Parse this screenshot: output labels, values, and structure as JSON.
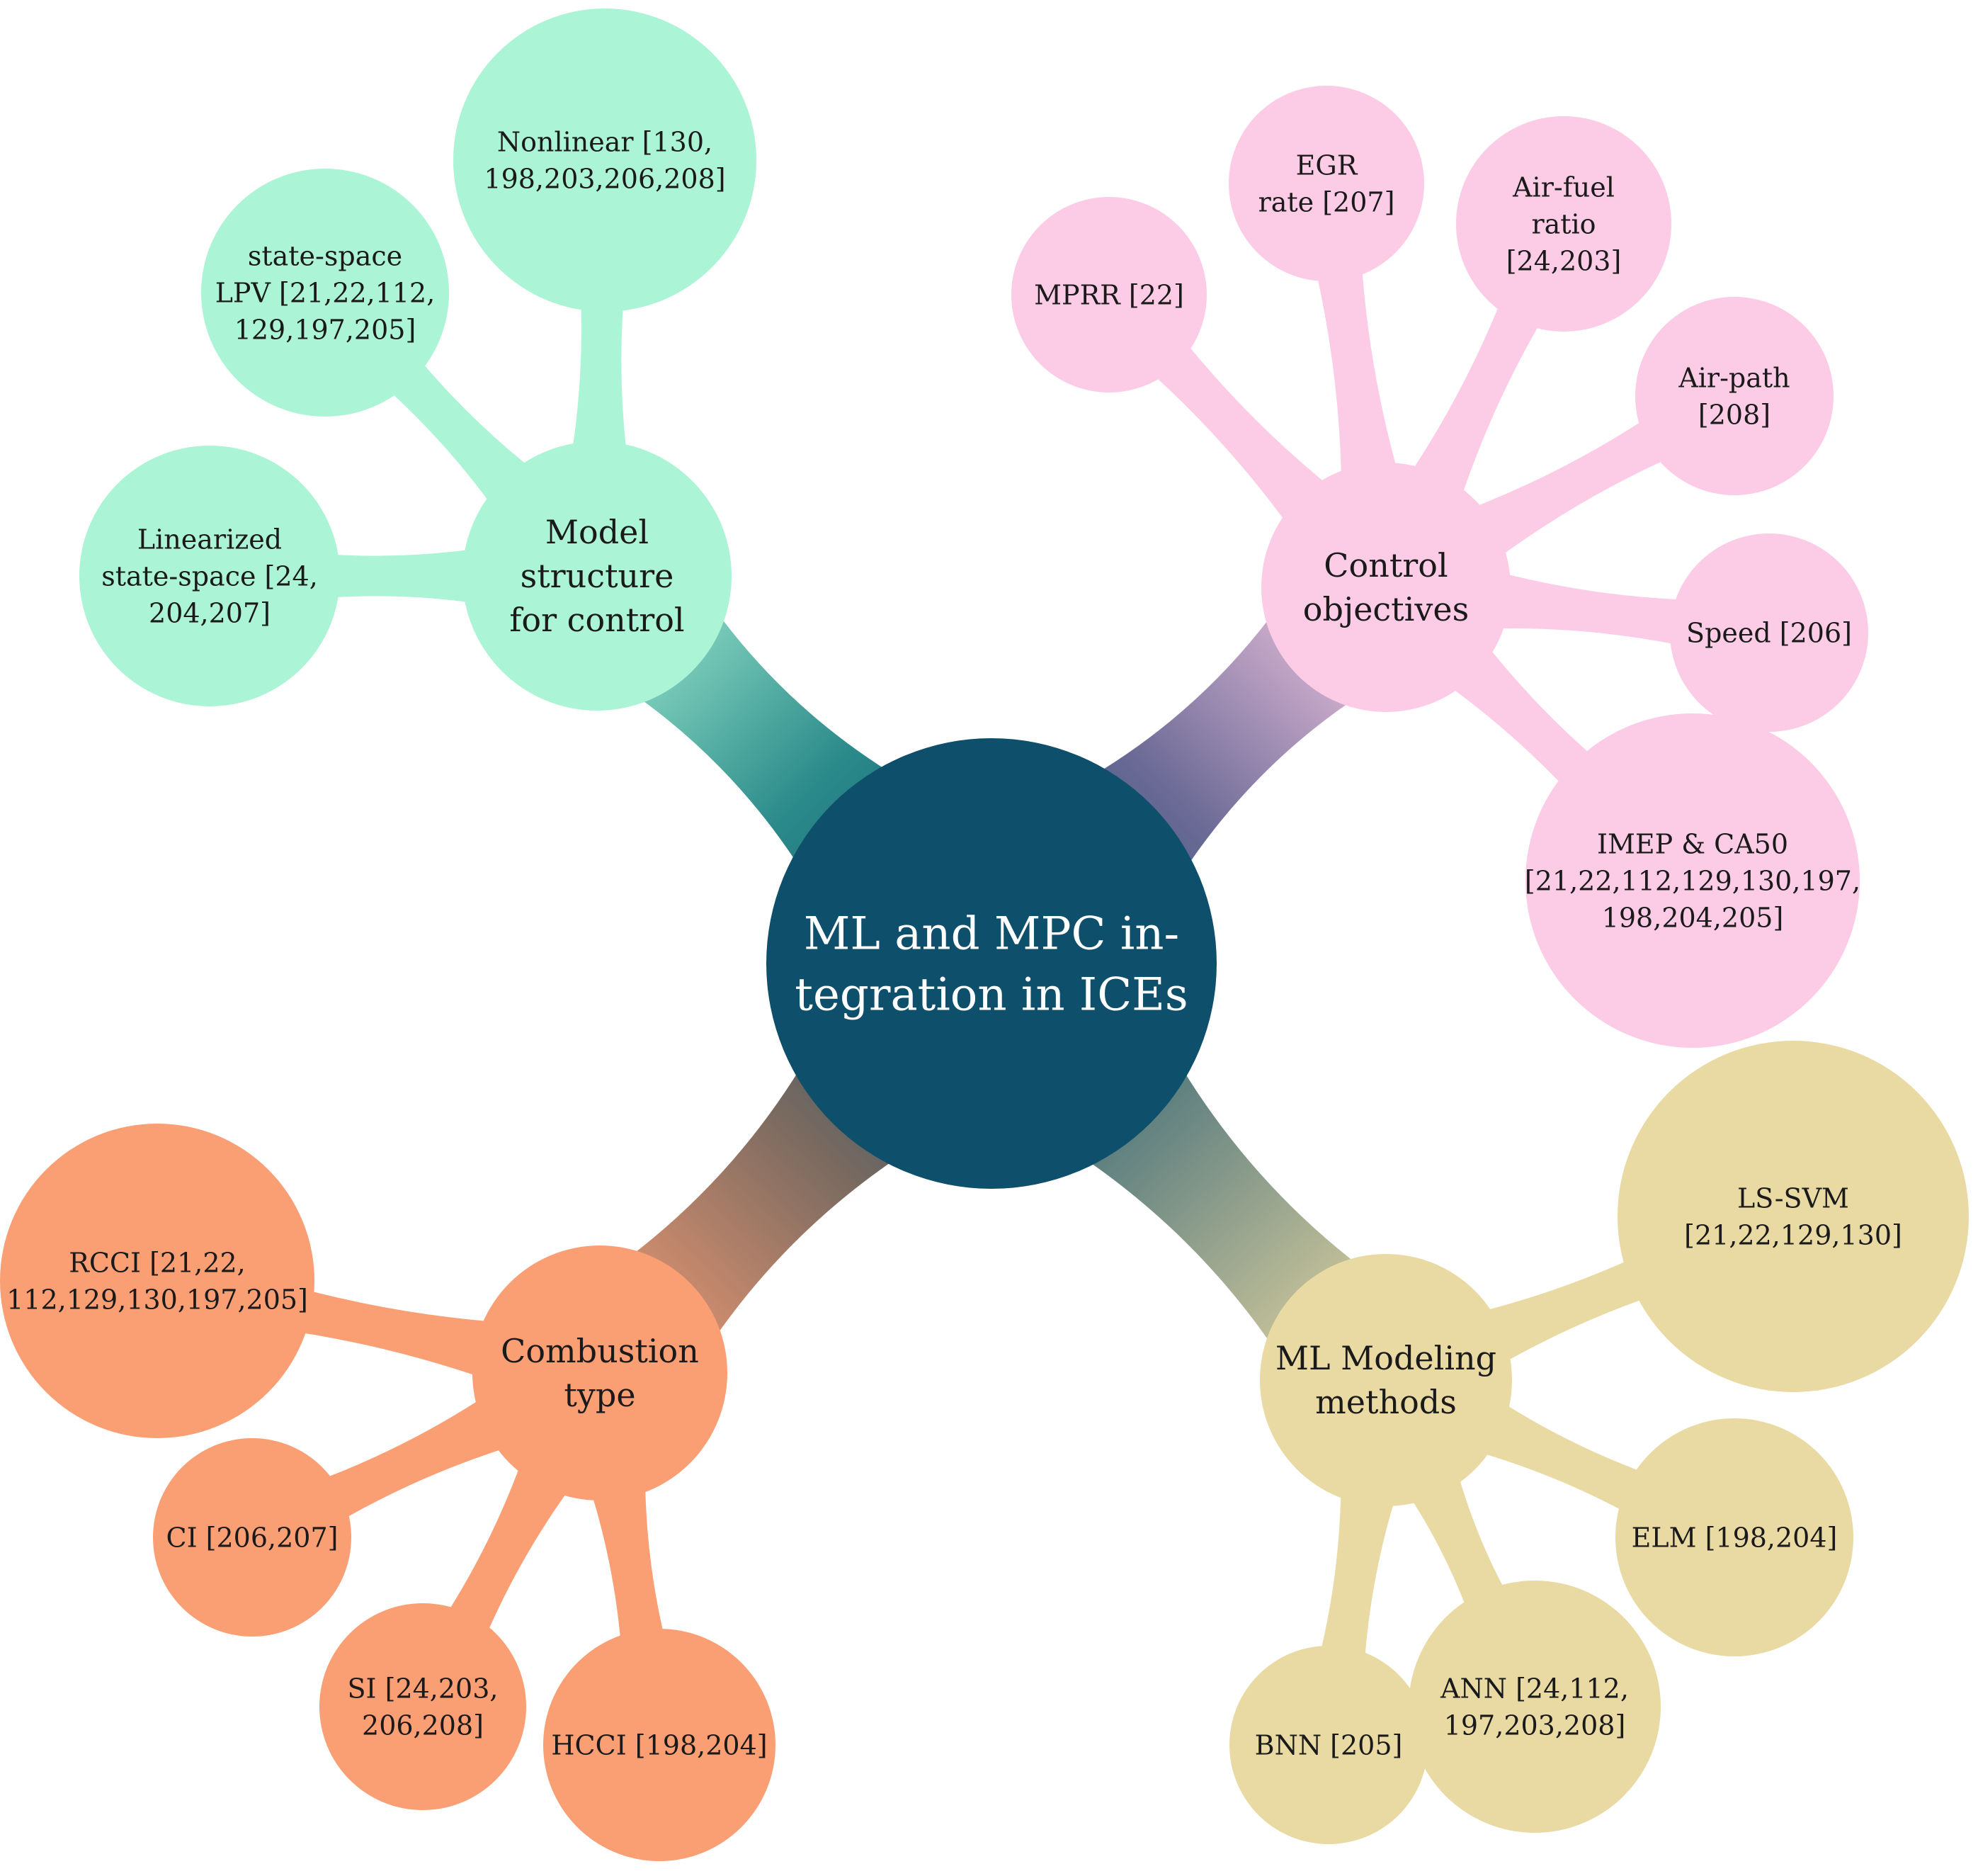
{
  "colors": {
    "center": "#0e4f6c",
    "model_structure": "#abf4d6",
    "control_objectives": "#fccce6",
    "ml_methods": "#e9d9a2",
    "combustion": "#fa9e74",
    "text_dark": "#1a1a1a",
    "text_light": "#ffffff"
  },
  "center": {
    "lines": [
      "ML and MPC in-",
      "tegration in ICEs"
    ]
  },
  "branches": [
    {
      "key": "model_structure",
      "lines": [
        "Model",
        "structure",
        "for control"
      ],
      "children": [
        {
          "lines": [
            "Nonlinear  [130,",
            "198,203,206,208]"
          ]
        },
        {
          "lines": [
            "state-space",
            "LPV [21,22,112,",
            "129,197,205]"
          ]
        },
        {
          "lines": [
            "Linearized",
            "state-space [24,",
            "204,207]"
          ]
        }
      ]
    },
    {
      "key": "control_objectives",
      "lines": [
        "Control",
        "objectives"
      ],
      "children": [
        {
          "lines": [
            "MPRR [22]"
          ]
        },
        {
          "lines": [
            "EGR",
            "rate [207]"
          ]
        },
        {
          "lines": [
            "Air-fuel",
            "ratio",
            "[24,203]"
          ]
        },
        {
          "lines": [
            "Air-path",
            "[208]"
          ]
        },
        {
          "lines": [
            "Speed [206]"
          ]
        },
        {
          "lines": [
            "IMEP & CA50",
            "[21,22,112,129,130,197,",
            "198,204,205]"
          ]
        }
      ]
    },
    {
      "key": "ml_methods",
      "lines": [
        "ML Modeling",
        "methods"
      ],
      "children": [
        {
          "lines": [
            "LS-SVM",
            "[21,22,129,130]"
          ]
        },
        {
          "lines": [
            "ELM [198,204]"
          ]
        },
        {
          "lines": [
            "ANN [24,112,",
            "197,203,208]"
          ]
        },
        {
          "lines": [
            "BNN [205]"
          ]
        }
      ]
    },
    {
      "key": "combustion",
      "lines": [
        "Combustion",
        "type"
      ],
      "children": [
        {
          "lines": [
            "RCCI [21,22,",
            "112,129,130,197,205]"
          ]
        },
        {
          "lines": [
            "CI [206,207]"
          ]
        },
        {
          "lines": [
            "SI [24,203,",
            "206,208]"
          ]
        },
        {
          "lines": [
            "HCCI [198,204]"
          ]
        }
      ]
    }
  ]
}
